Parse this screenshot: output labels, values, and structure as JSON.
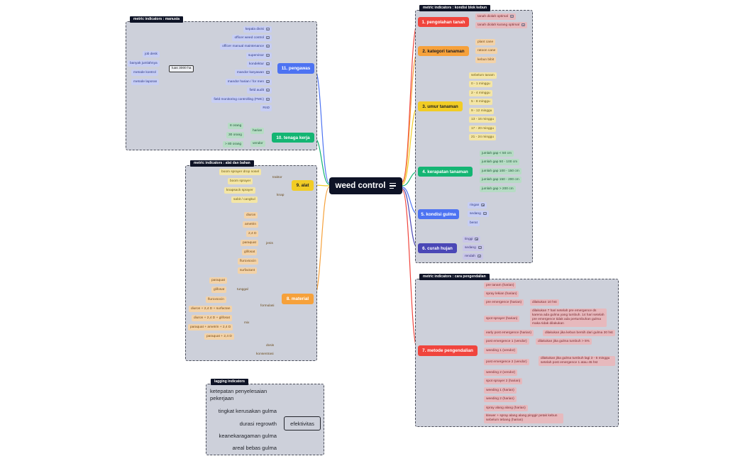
{
  "center": {
    "label": "weed control"
  },
  "groups": {
    "manusia": "metric indicators : manusia",
    "alat": "metric indicators : alat dan bahan",
    "lagging": "lagging indicators",
    "blok": "metric indicators : kondisi blok kebun",
    "cara": "metric indicators : cara pengendalian"
  },
  "colors": {
    "red": "#f0453d",
    "orange": "#f6a13b",
    "yellow": "#f1cc25",
    "green": "#14b573",
    "blue": "#4d73f2",
    "violet": "#4a47b6",
    "navy": "#0e1326"
  },
  "icons": [
    "menu-icon",
    "note-icon"
  ],
  "pengawas": {
    "label": "11. pengawas",
    "items": [
      "kepala divisi",
      "officer weed control",
      "officer manual maintenance",
      "supervisor",
      "kondektur",
      "mandor karyawan",
      "mandor harian / for men",
      "field audit",
      "field monitoring controlling (FMC)",
      "RnD"
    ],
    "luas": "luas 3000 ha",
    "sub": [
      "job desk",
      "banyak jumlahnya",
      "metode kontrol",
      "metode laporan"
    ]
  },
  "tenaga": {
    "label": "10. tenaga kerja",
    "items": [
      "8 orang",
      "30 orang",
      "> 80 orang"
    ],
    "harian": "harian",
    "vendor": "vendor"
  },
  "alat": {
    "label": "9. alat",
    "traktor": "traktor",
    "knap": "knap",
    "items": [
      "boom sprayer drop nosel",
      "boom sprayer",
      "knapsack sprayer",
      "sabit / cangkul"
    ]
  },
  "material": {
    "label": "8. material",
    "jenis": "jenis",
    "jenis_items": [
      "diuron",
      "ametrin",
      "2,4 D",
      "paraquat",
      "glifosat",
      "fluroxsocin",
      "surfactant"
    ],
    "formulasi": "formulasi",
    "tunggal": "tunggal",
    "tunggal_items": [
      "paraquat",
      "glifosat",
      "fluroxsocin"
    ],
    "mix": "mix",
    "mix_items": [
      "diuron + 2,4 D + surfactan",
      "diuron + 2,4 D + glifosat",
      "paraquat + ametrin + 2,4 D",
      "paraquat + 2,4 D"
    ],
    "dosis": "dosis",
    "konsentrasi": "konsentrasi"
  },
  "efektivitas": {
    "label": "efektivitas",
    "items": [
      "ketepatan penyelesaian pekerjaan",
      "tingkat kerusakan gulma",
      "durasi regrowth",
      "keanekaragaman gulma",
      "areal bebas gulma"
    ]
  },
  "blok": [
    {
      "label": "1. pengolahan tanah",
      "items": [
        "tanah diolah optimal",
        "tanah diolah kurang optimal"
      ]
    },
    {
      "label": "2. kategori tanaman",
      "items": [
        "plant cane",
        "ratoon cane",
        "kebun bibit"
      ]
    },
    {
      "label": "3. umur tanaman",
      "items": [
        "sebelum tanam",
        "0 - 1 minggu",
        "2 - 4 minggu",
        "5 - 8 minggu",
        "9 - 12 minggu",
        "13 - 16 minggu",
        "17 - 20 minggu",
        "21 - 24 minggu"
      ]
    },
    {
      "label": "4. kerapatan tanaman",
      "items": [
        "jumlah gap < 50 cm",
        "jumlah gap 50 - 100 cm",
        "jumlah gap 100 - 150 cm",
        "jumlah gap 150 - 200 cm",
        "jumlah gap > 200 cm"
      ]
    },
    {
      "label": "5. kondisi gulma",
      "items": [
        "ringan",
        "sedang",
        "berat"
      ]
    },
    {
      "label": "6. curah hujan",
      "items": [
        "tinggi",
        "sedang",
        "rendah"
      ]
    }
  ],
  "metode": {
    "label": "7. metode pengendalian",
    "items": [
      "pre tanam (harian)",
      "spray lekian (harian)",
      "pre emergence (harian)",
      "spot sprayer (harian)",
      "early post emergence (harian)",
      "post emergence 1 (vendor)",
      "weeding 1 (vendor)",
      "post emergence 2 (vendor)",
      "weeding 2 (vendor)",
      "spot sprayer 2 (harian)",
      "weeding 1 (harian)",
      "weeding 2 (harian)",
      "spray alang alang (harian)",
      "klewer + spray alang alang pinggir petak kebun sebelum tebang (harian)"
    ],
    "notes": [
      "dilakukan 10 hst",
      "dilakukan 7 hari setelah pre emergence ds karena ada gulma yang tumbuh. 14 hari setelah pre emergence tidak ada pertumbuhan gulma maka tidak dilakukan",
      "dilakukan jika kebun bersih dari gulma 30 hst",
      "dilakukan jika gulma tumbuh > 5%",
      "dilakukan jika gulma tumbuh lagi 3 - 6 minggu setelah post emergence 1 atau 45 hst"
    ]
  }
}
